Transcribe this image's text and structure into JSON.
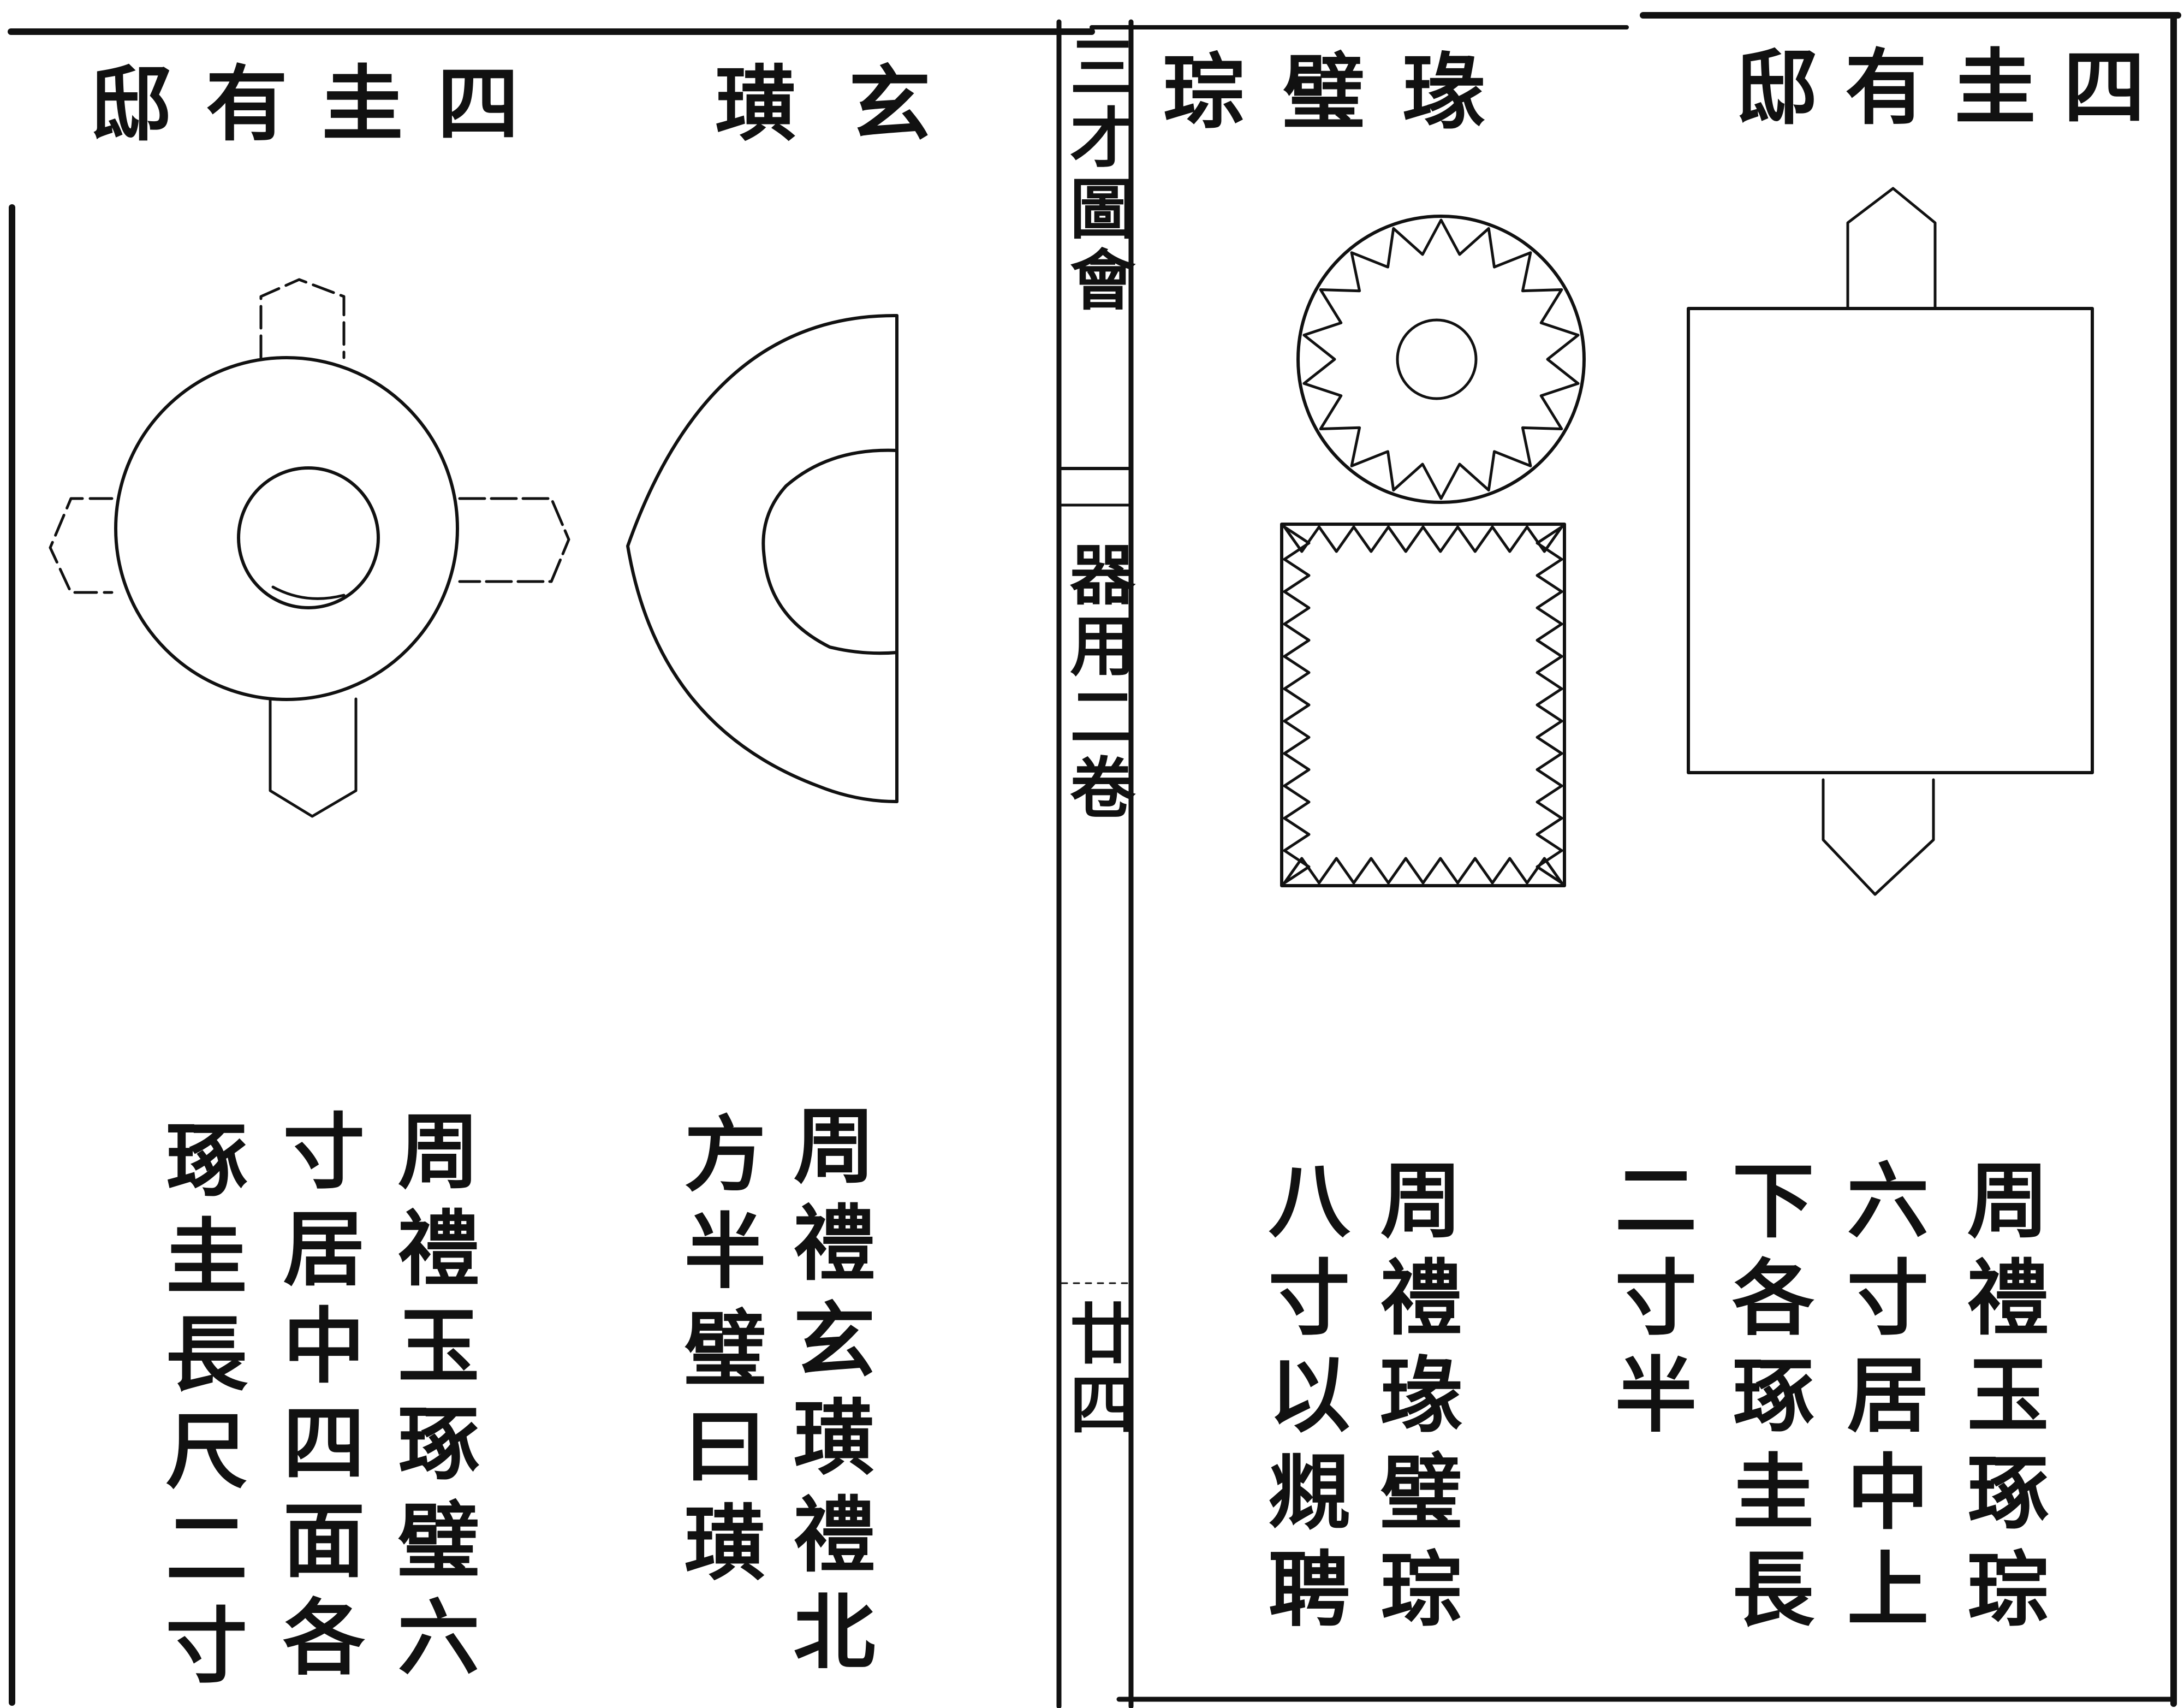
{
  "left_page": {
    "title_right": "玄璜",
    "title_left": "四圭有邸",
    "caption_xuanhuang": [
      "周禮玄璜禮北",
      "方半璧曰璜"
    ],
    "caption_sigui": [
      "周禮玉琢璧六",
      "寸居中四面各",
      "琢圭長尺二寸"
    ]
  },
  "spine": {
    "book_title": "三才圖會",
    "section": "器用二卷",
    "page_number": "廿四"
  },
  "right_page": {
    "title_right": "四圭有邸",
    "title_left": "瑑璧琮",
    "caption_sigui": [
      "周禮玉琢琮",
      "六寸居中上",
      "下各琢圭長",
      "二寸半"
    ],
    "caption_zhuanbi": [
      "周禮瑑璧琮",
      "八寸以覜聘"
    ]
  },
  "colors": {
    "ink": "#111111",
    "paper": "#ffffff"
  }
}
